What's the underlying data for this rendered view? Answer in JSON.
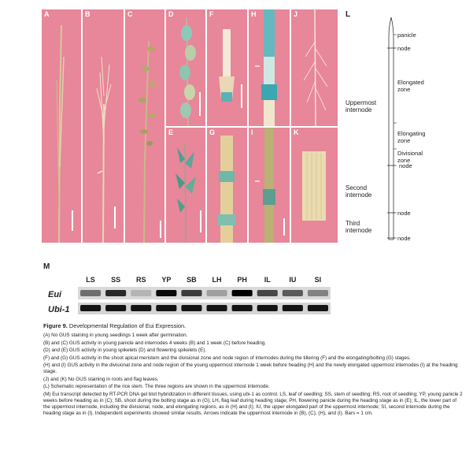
{
  "panels": [
    {
      "id": "A",
      "label": "A"
    },
    {
      "id": "B",
      "label": "B"
    },
    {
      "id": "C",
      "label": "C"
    },
    {
      "id": "D",
      "label": "D"
    },
    {
      "id": "E",
      "label": "E"
    },
    {
      "id": "F",
      "label": "F"
    },
    {
      "id": "G",
      "label": "G"
    },
    {
      "id": "H",
      "label": "H"
    },
    {
      "id": "I",
      "label": "I"
    },
    {
      "id": "J",
      "label": "J"
    },
    {
      "id": "K",
      "label": "K"
    }
  ],
  "schematic": {
    "label": "L",
    "panicle": "panicle",
    "node": "node",
    "elongated_zone": "Elongated\nzone",
    "uppermost_internode": "Uppermost\ninternode",
    "elongating_zone": "Elongating\nzone",
    "divisional_zone": "Divisional\nzone",
    "second_internode": "Second\ninternode",
    "third_internode": "Third\ninternode"
  },
  "blot": {
    "label": "M",
    "lanes": [
      "LS",
      "SS",
      "RS",
      "YP",
      "SB",
      "LH",
      "PH",
      "IL",
      "IU",
      "SI"
    ],
    "genes": [
      "Eui",
      "Ubi-1"
    ],
    "eui_intensity": [
      0.45,
      0.8,
      0.1,
      0.95,
      0.7,
      0.2,
      1.0,
      0.65,
      0.55,
      0.35
    ],
    "ubi_intensity": [
      0.9,
      0.9,
      0.9,
      0.9,
      0.9,
      0.9,
      0.9,
      0.9,
      0.9,
      0.9
    ]
  },
  "caption": {
    "figure_label": "Figure 9.",
    "figure_title": "Developmental Regulation of Eui Expression.",
    "a": "(A) No GUS staining in young seedlings 1 week after germination.",
    "bc": "(B) and (C) GUS activity in young panicle and internodes 4 weeks (B) and 1 week (C) before heading.",
    "de": "(D) and (E) GUS activity in young spikelets (D) and flowering spikelets (E).",
    "fg": "(F) and (G) GUS activity in the shoot apical meristem and the divisional zone and node region of internodes during the tillering (F) and the elongating/bolting (G) stages.",
    "hi": "(H) and (I) GUS activity in the divisional zone and node region of the young uppermost internode 1 week before heading (H) and the newly elongated uppermost internodes (I) at the heading stage.",
    "jk": "(J) and (K) No GUS staining in roots and flag leaves.",
    "l": "(L) Schematic representation of the rice stem. The three regions are shown in the uppermost internode.",
    "m": "(M) Eui transcript detected by RT-PCR DNA gel blot hybridization in different tissues, using ubi-1 as control. LS, leaf of seedling; SS, stem of seedling; RS, root of seedling; YP, young panicle 2 weeks before heading as in (C); SB, shoot during the bolting stage as in (G); LH, flag leaf during heading stage; PH, flowering panicle during the heading stage as in (E); IL, the lower part of the uppermost internode, including the divisional, node, and elongating regions, as in (H) and (I); IU, the upper elongated part of the uppermost internode; SI, second internode during the heading stage as in (I). Independent experiments showed similar results. Arrows indicate the uppermost internode in (B), (C), (H), and (I). Bars = 1 cm."
  }
}
